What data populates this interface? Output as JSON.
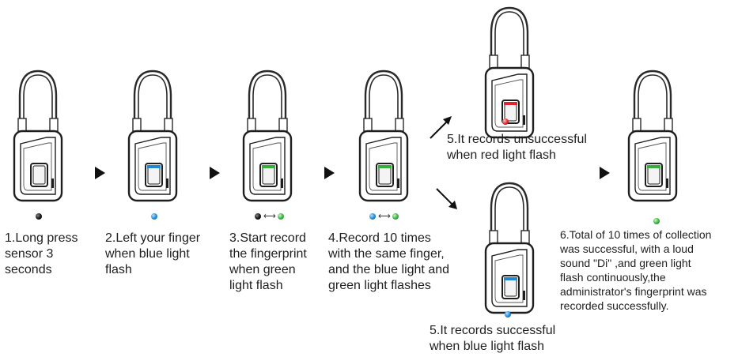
{
  "steps": [
    {
      "caption": "1.Long press\nsensor 3\nseconds",
      "indicator": [
        "black"
      ]
    },
    {
      "caption": "2.Left your finger\nwhen blue light\nflash",
      "indicator": [
        "blue"
      ]
    },
    {
      "caption": "3.Start record\nthe fingerprint\nwhen green\nlight flash",
      "indicator": [
        "black",
        "green"
      ]
    },
    {
      "caption": "4.Record 10 times\nwith the same finger,\nand the blue light and\ngreen light flashes",
      "indicator": [
        "blue",
        "green"
      ]
    },
    {
      "caption": "5.It records unsuccessful\nwhen red light flash",
      "indicator": [
        "red"
      ]
    },
    {
      "caption": "5.It records successful\nwhen blue light flash",
      "indicator": [
        "blue"
      ]
    },
    {
      "caption": "6.Total of 10 times of collection\nwas successful, with a loud\nsound \"Di\" ,and green light\nflash continuously,the\nadministrator's fingerprint was\nrecorded successfully.",
      "indicator": [
        "green"
      ]
    }
  ],
  "sensor_colors": [
    "none",
    "blue",
    "green",
    "green",
    "red",
    "blue",
    "green"
  ],
  "colors": {
    "black": "#111111",
    "blue": "#1e88d6",
    "green": "#35b13b",
    "red": "#e0242b"
  },
  "dash_glyph": "⟷"
}
